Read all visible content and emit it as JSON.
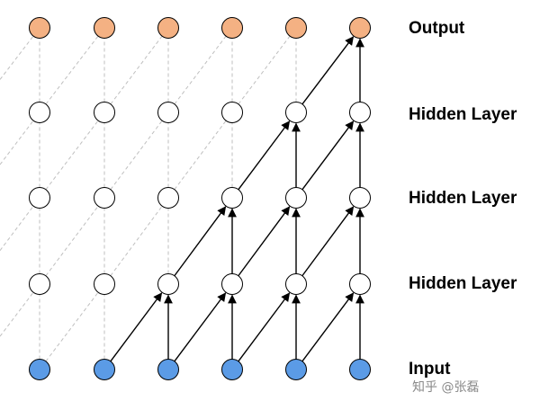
{
  "layers": [
    {
      "label": "Output",
      "role": "output"
    },
    {
      "label": "Hidden Layer",
      "role": "hidden"
    },
    {
      "label": "Hidden Layer",
      "role": "hidden"
    },
    {
      "label": "Hidden Layer",
      "role": "hidden"
    },
    {
      "label": "Input",
      "role": "input"
    }
  ],
  "nodes_per_layer": 6,
  "colors": {
    "output_fill": "#f4b183",
    "input_fill": "#5b9be6",
    "hidden_fill": "#ffffff",
    "node_stroke": "#000000",
    "active_edge": "#000000",
    "inactive_edge": "#bfbfbf",
    "label_text": "#000000",
    "watermark_text": "#8a8a8a"
  },
  "watermark": "知乎 @张磊"
}
